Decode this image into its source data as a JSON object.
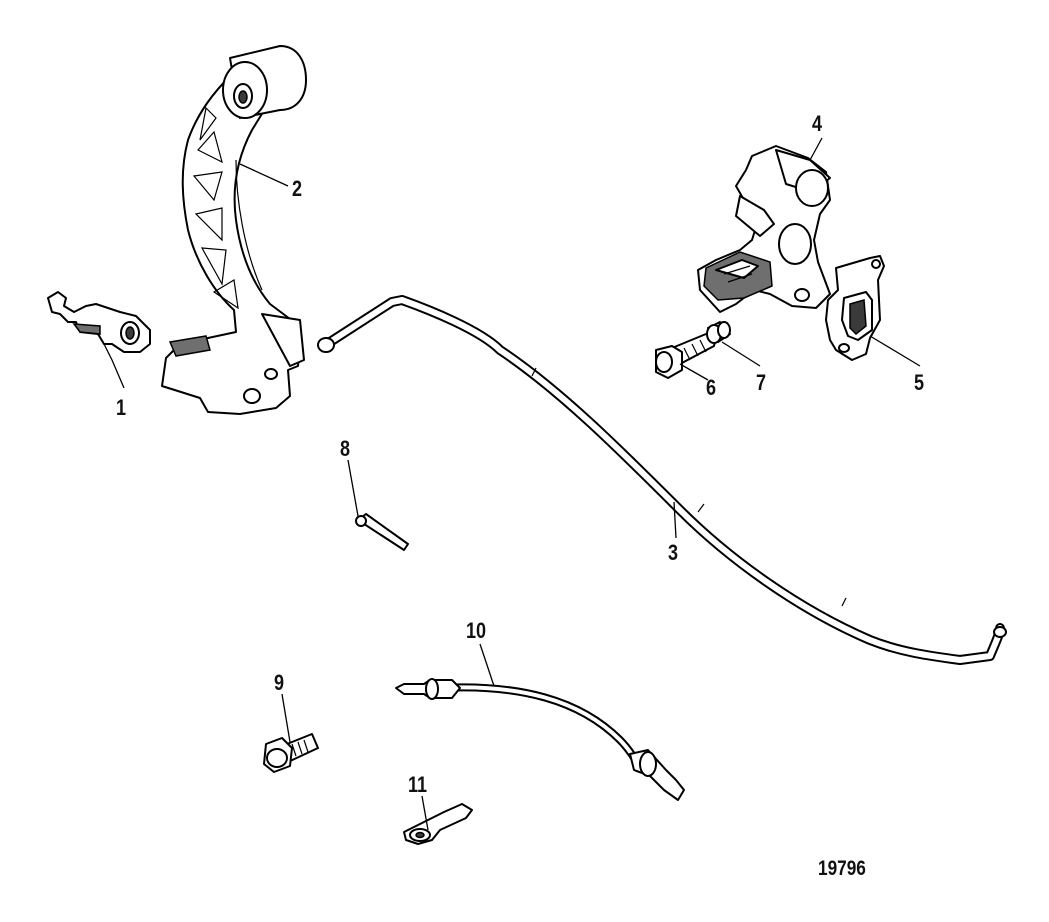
{
  "callouts": {
    "c1": "1",
    "c2": "2",
    "c3": "3",
    "c4": "4",
    "c5": "5",
    "c6": "6",
    "c7": "7",
    "c8": "8",
    "c9": "9",
    "c10": "10",
    "c11": "11"
  },
  "figure_number": "19796",
  "colors": {
    "ink": "#000000",
    "shade": "#6f6f6f",
    "background": "#ffffff"
  }
}
